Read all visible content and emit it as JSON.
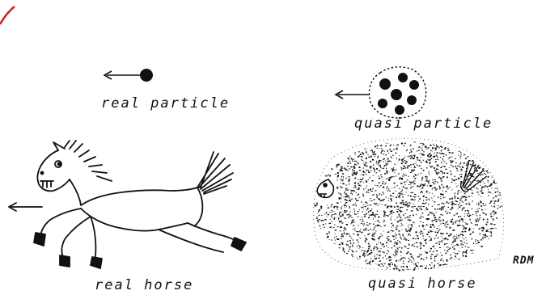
{
  "labels": {
    "real_particle": "real particle",
    "quasi_particle": "quasi particle",
    "real_horse": "real horse",
    "quasi_horse": "quasi horse",
    "signature": "RDM"
  },
  "colors": {
    "ink": "#111111",
    "corner_mark": "#cc1f1f",
    "background": "#ffffff"
  }
}
